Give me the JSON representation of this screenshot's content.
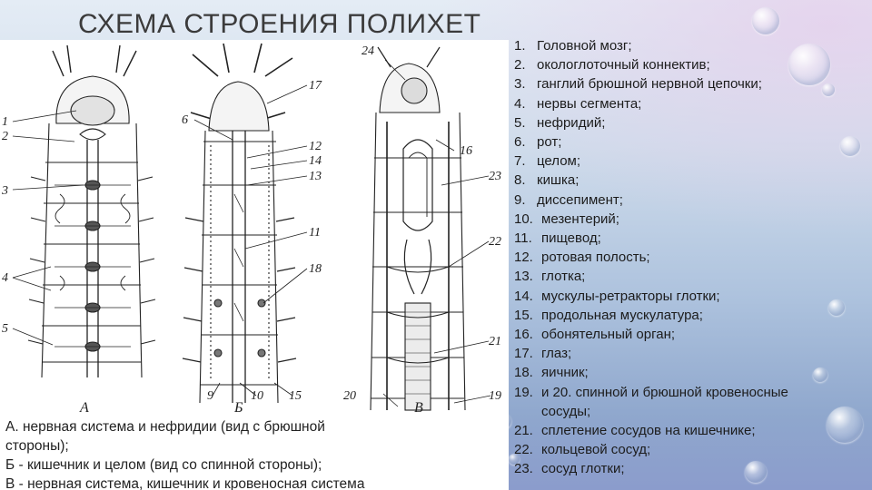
{
  "slide": {
    "title": "СХЕМА СТРОЕНИЯ ПОЛИХЕТ"
  },
  "figure": {
    "panel_letters": [
      "А",
      "Б",
      "В"
    ],
    "callouts_left": [
      "1",
      "2",
      "3",
      "4",
      "5"
    ],
    "callouts_middle": [
      "6",
      "17",
      "12",
      "14",
      "13",
      "11",
      "18",
      "9",
      "10",
      "15"
    ],
    "callouts_right": [
      "24",
      "16",
      "23",
      "22",
      "21",
      "20",
      "19"
    ]
  },
  "caption": {
    "lines": [
      "А. нервная система и нефридии (вид с брюшной",
      "стороны);",
      "Б - кишечник и целом (вид со спинной стороны);",
      "В - нервная система, кишечник и кровеносная система"
    ]
  },
  "legend": {
    "items": [
      {
        "num": "1.",
        "text": "Головной мозг;"
      },
      {
        "num": "2.",
        "text": "окологлоточный коннектив;"
      },
      {
        "num": "3.",
        "text": "ганглий брюшной нервной цепочки;"
      },
      {
        "num": "4.",
        "text": "нервы сегмента;"
      },
      {
        "num": "5.",
        "text": "нефридий;"
      },
      {
        "num": "6.",
        "text": "рот;"
      },
      {
        "num": "7.",
        "text": "целом;"
      },
      {
        "num": "8.",
        "text": "кишка;"
      },
      {
        "num": "9.",
        "text": "диссепимент;"
      },
      {
        "num": "10.",
        "text": "мезентерий;"
      },
      {
        "num": "11.",
        "text": "пищевод;"
      },
      {
        "num": "12.",
        "text": "ротовая полость;"
      },
      {
        "num": "13.",
        "text": "глотка;"
      },
      {
        "num": "14.",
        "text": "мускулы-ретракторы глотки;"
      },
      {
        "num": "15.",
        "text": "продольная мускулатура;"
      },
      {
        "num": "16.",
        "text": "обонятельный орган;"
      },
      {
        "num": "17.",
        "text": "глаз;"
      },
      {
        "num": "18.",
        "text": "яичник;"
      },
      {
        "num": "19.",
        "text": "и 20. спинной и брюшной кровеносные"
      },
      {
        "num": "",
        "text": "сосуды;"
      },
      {
        "num": "21.",
        "text": "сплетение сосудов на кишечнике;"
      },
      {
        "num": "22.",
        "text": "кольцевой сосуд;"
      },
      {
        "num": "23.",
        "text": "сосуд глотки;"
      }
    ]
  }
}
